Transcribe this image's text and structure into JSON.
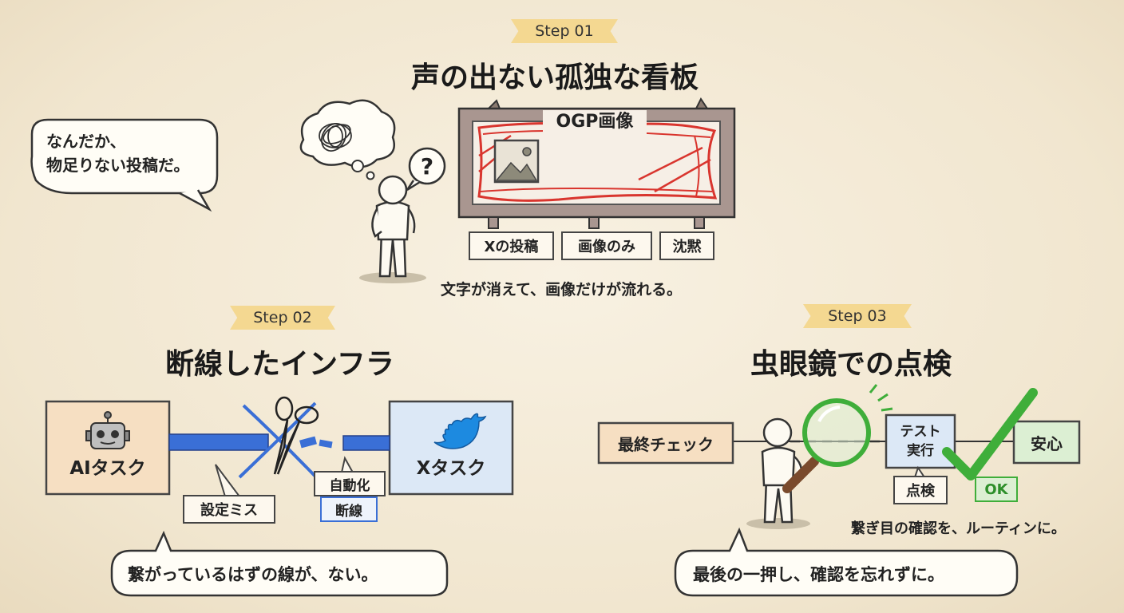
{
  "step1": {
    "ribbon": "Step 01",
    "title": "声の出ない孤独な看板",
    "thought_bubble": "なんだか、\n物足りない投稿だ。",
    "billboard_label": "OGP画像",
    "tags": [
      "Xの投稿",
      "画像のみ",
      "沈黙"
    ],
    "caption": "文字が消えて、画像だけが流れる。"
  },
  "step2": {
    "ribbon": "Step 02",
    "title": "断線したインフラ",
    "left_box": "AIタスク",
    "right_box": "Xタスク",
    "label_config": "設定ミス",
    "label_auto": "自動化",
    "label_cut": "断線",
    "speech": "繋がっているはずの線が、ない。"
  },
  "step3": {
    "ribbon": "Step 03",
    "title": "虫眼鏡での点検",
    "box_final": "最終チェック",
    "box_test": "テスト\n実行",
    "box_safe": "安心",
    "label_inspect": "点検",
    "label_ok": "OK",
    "caption": "繋ぎ目の確認を、ルーティンに。",
    "speech": "最後の一押し、確認を忘れずに。"
  },
  "colors": {
    "ribbon": "#f4d891",
    "blue": "#3a6fd6",
    "red": "#d9352e",
    "green": "#3fae3a",
    "orange_box": "#f6dfc2",
    "blue_box": "#dce8f6",
    "green_box": "#dcefd3"
  },
  "icons": [
    "robot-icon",
    "twitter-bird-icon",
    "image-icon",
    "scissors-icon",
    "magnifier-icon",
    "checkmark-icon",
    "question-icon"
  ]
}
